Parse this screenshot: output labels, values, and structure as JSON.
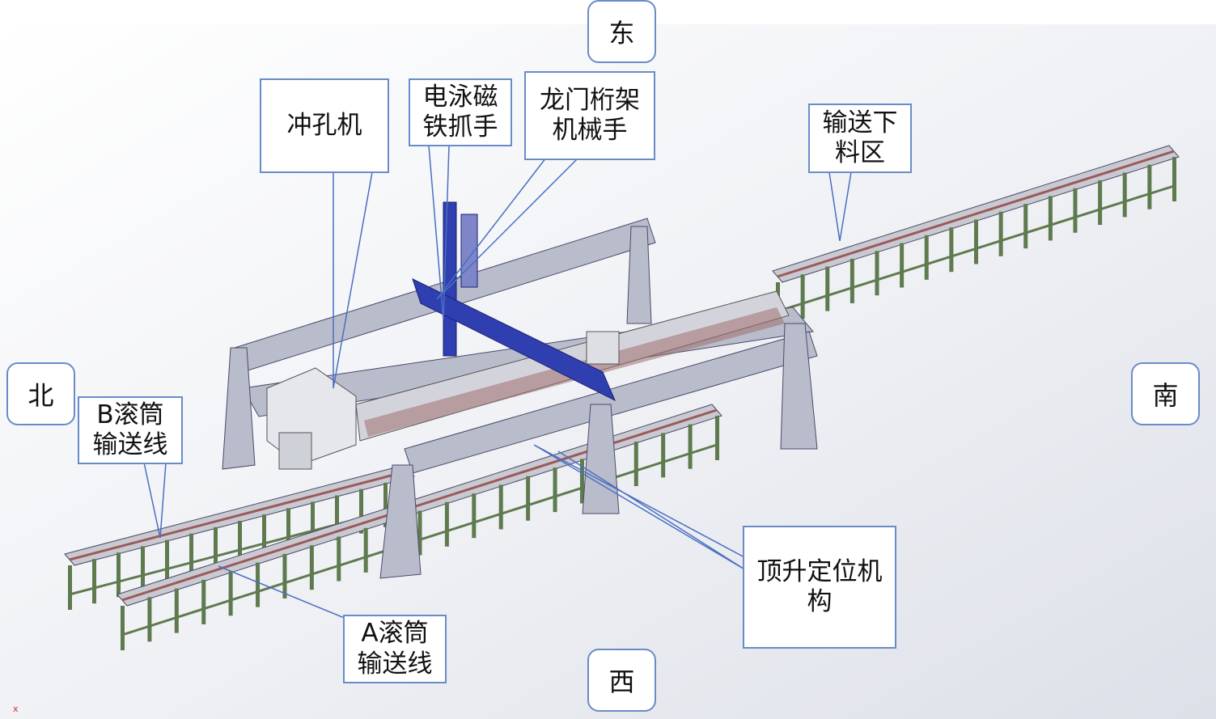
{
  "compass": {
    "east": "东",
    "west": "西",
    "north": "北",
    "south": "南"
  },
  "labels": {
    "punch_machine": "冲孔机",
    "magnet_gripper": "电泳磁\n铁抓手",
    "gantry_manipulator": "龙门桁架\n机械手",
    "output_unloading_area": "输送下\n料区",
    "b_roller_conveyor": "B滚筒\n输送线",
    "a_roller_conveyor": "A滚筒\n输送线",
    "lifting_positioning_mechanism": "顶升定位机\n构"
  },
  "corner_mark": "x",
  "colors": {
    "frame": "#4a4a6a",
    "legs": "#5e7a4e",
    "gantry": "#2f3fb0",
    "callout_border": "#6a8bc8"
  }
}
